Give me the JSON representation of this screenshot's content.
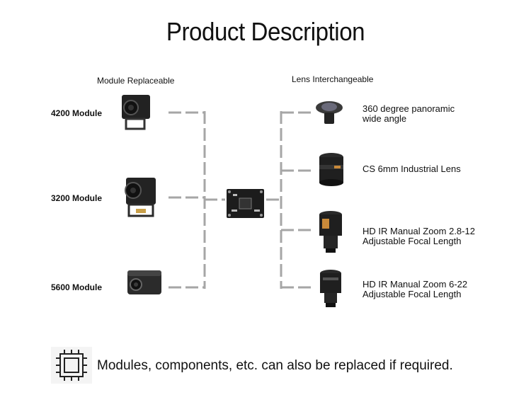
{
  "title": "Product Description",
  "left_header": "Module Replaceable",
  "right_header": "Lens Interchangeable",
  "modules": [
    {
      "label": "4200 Module",
      "icon": "camera-module-icon"
    },
    {
      "label": "3200 Module",
      "icon": "camera-module-icon"
    },
    {
      "label": "5600 Module",
      "icon": "box-camera-icon"
    }
  ],
  "board": {
    "icon": "circuit-board-icon"
  },
  "lenses": [
    {
      "line1": "360 degree panoramic",
      "line2": "wide angle",
      "icon": "fisheye-lens-icon"
    },
    {
      "line1": "CS 6mm Industrial Lens",
      "line2": "",
      "icon": "cs-lens-icon"
    },
    {
      "line1": "HD IR Manual Zoom 2.8-12",
      "line2": "Adjustable Focal Length",
      "icon": "zoom-lens-icon"
    },
    {
      "line1": "HD IR Manual Zoom 6-22",
      "line2": "Adjustable Focal Length",
      "icon": "zoom-lens-icon"
    }
  ],
  "footer": {
    "text": "Modules, components, etc. can also be replaced if required.",
    "icon": "chip-icon"
  },
  "colors": {
    "connector": "#a6a6a6",
    "text": "#111111"
  }
}
